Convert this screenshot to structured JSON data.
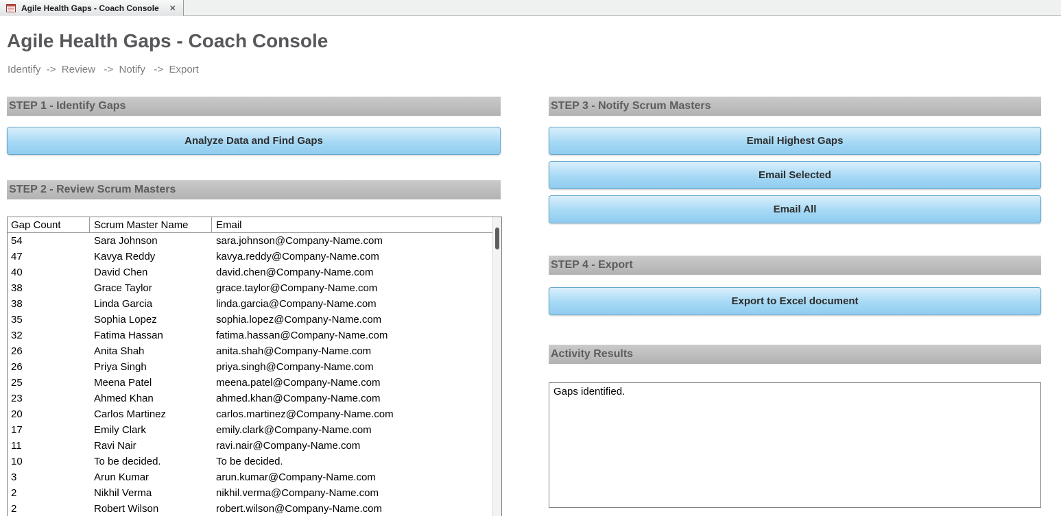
{
  "tab": {
    "title": "Agile Health Gaps - Coach Console",
    "close_glyph": "✕"
  },
  "header": {
    "title": "Agile Health Gaps - Coach Console",
    "breadcrumb": "Identify  ->  Review   ->  Notify   ->  Export"
  },
  "colors": {
    "button_blue_top": "#daeffc",
    "button_blue_bottom": "#90ccef",
    "section_bar_gray": "#bdbdbd",
    "title_gray": "#57585b"
  },
  "step1": {
    "label": "STEP 1 - Identify Gaps",
    "button_label": "Analyze Data and Find Gaps"
  },
  "step2": {
    "label": "STEP 2 - Review Scrum Masters",
    "columns": [
      "Gap Count",
      "Scrum Master Name",
      "Email"
    ],
    "rows": [
      [
        "54",
        "Sara Johnson",
        "sara.johnson@Company-Name.com"
      ],
      [
        "47",
        "Kavya Reddy",
        "kavya.reddy@Company-Name.com"
      ],
      [
        "40",
        "David Chen",
        "david.chen@Company-Name.com"
      ],
      [
        "38",
        "Grace Taylor",
        "grace.taylor@Company-Name.com"
      ],
      [
        "38",
        "Linda Garcia",
        "linda.garcia@Company-Name.com"
      ],
      [
        "35",
        "Sophia Lopez",
        "sophia.lopez@Company-Name.com"
      ],
      [
        "32",
        "Fatima Hassan",
        "fatima.hassan@Company-Name.com"
      ],
      [
        "26",
        "Anita Shah",
        "anita.shah@Company-Name.com"
      ],
      [
        "26",
        "Priya Singh",
        "priya.singh@Company-Name.com"
      ],
      [
        "25",
        "Meena Patel",
        "meena.patel@Company-Name.com"
      ],
      [
        "23",
        "Ahmed Khan",
        "ahmed.khan@Company-Name.com"
      ],
      [
        "20",
        "Carlos Martinez",
        "carlos.martinez@Company-Name.com"
      ],
      [
        "17",
        "Emily Clark",
        "emily.clark@Company-Name.com"
      ],
      [
        "11",
        "Ravi Nair",
        "ravi.nair@Company-Name.com"
      ],
      [
        "10",
        "To be decided.",
        "To be decided."
      ],
      [
        "3",
        "Arun Kumar",
        "arun.kumar@Company-Name.com"
      ],
      [
        "2",
        "Nikhil Verma",
        "nikhil.verma@Company-Name.com"
      ],
      [
        "2",
        "Robert Wilson",
        "robert.wilson@Company-Name.com"
      ]
    ]
  },
  "step3": {
    "label": "STEP 3 - Notify Scrum Masters",
    "buttons": [
      "Email Highest Gaps",
      "Email Selected",
      "Email All"
    ]
  },
  "step4": {
    "label": "STEP 4 - Export",
    "button_label": "Export to Excel document"
  },
  "activity": {
    "label": "Activity Results",
    "result_text": "Gaps identified."
  }
}
